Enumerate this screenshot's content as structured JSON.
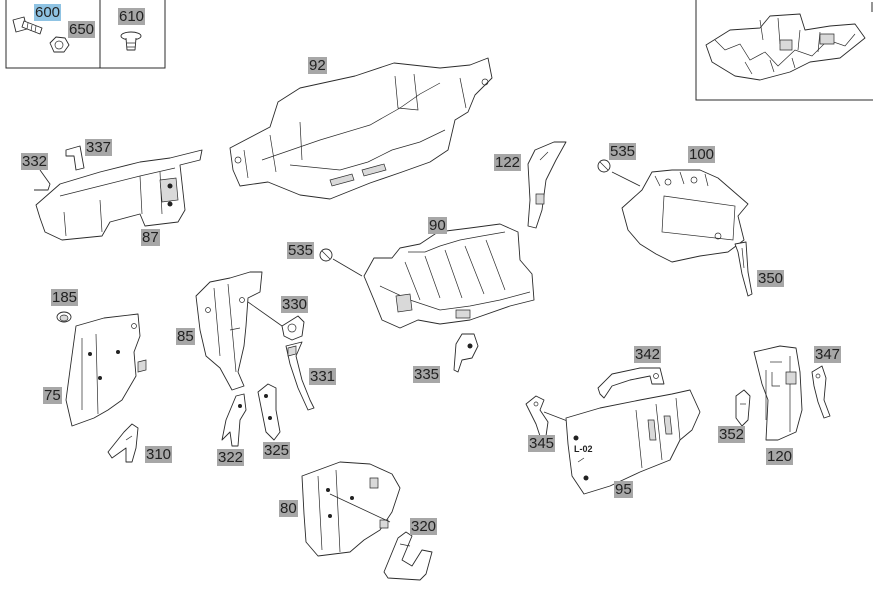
{
  "diagram": {
    "highlight_color": "#8fc3e3",
    "label_color": "#a7a7a7",
    "part_numbers": {
      "p600": "600",
      "p650": "650",
      "p610": "610",
      "p92": "92",
      "p332": "332",
      "p337": "337",
      "p87": "87",
      "p122": "122",
      "p535a": "535",
      "p100": "100",
      "p535b": "535",
      "p90": "90",
      "p350": "350",
      "p185": "185",
      "p330": "330",
      "p85": "85",
      "p331": "331",
      "p335": "335",
      "p75": "75",
      "p342": "342",
      "p347": "347",
      "p310": "310",
      "p322": "322",
      "p325": "325",
      "p345": "345",
      "p352": "352",
      "p120": "120",
      "p95": "95",
      "p80": "80",
      "p320": "320"
    },
    "part_marks": {
      "l02": "L-02"
    }
  }
}
